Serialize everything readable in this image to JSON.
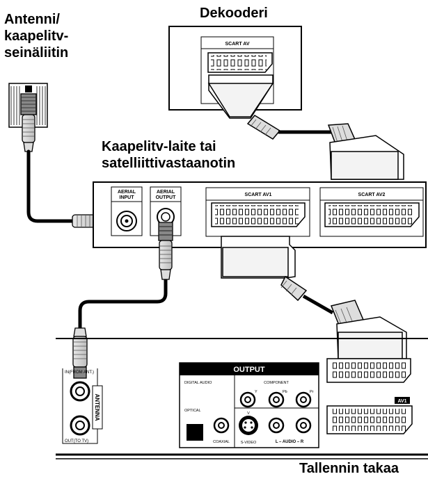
{
  "labels": {
    "antenna_wall": [
      "Antenni/",
      "kaapelitv-",
      "seinäliitin"
    ],
    "decoder": "Dekooderi",
    "settop": [
      "Kaapelitv-laite tai",
      "satelliittivastaanotin"
    ],
    "recorder_back": "Tallennin takaa"
  },
  "decoder_panel": {
    "scart": "SCART AV"
  },
  "settop_panel": {
    "aerial_input": [
      "AERIAL",
      "INPUT"
    ],
    "aerial_output": [
      "AERIAL",
      "OUTPUT"
    ],
    "scart_av1": "SCART AV1",
    "scart_av2": "SCART AV2"
  },
  "recorder_panel": {
    "antenna_in": "IN(FROM ANT.)",
    "antenna_out": "OUT(TO TV)",
    "antenna_vertical": "ANTENNA",
    "output_title": "OUTPUT",
    "digital_audio": "DIGITAL AUDIO",
    "component": "COMPONENT",
    "optical": "OPTICAL",
    "coaxial": "COAXIAL",
    "svideo": "S-VIDEO",
    "y": "Y",
    "pb": "Pb",
    "pr": "Pr",
    "v": "V",
    "audio": "L  – AUDIO –  R",
    "av1_badge": "AV1"
  }
}
